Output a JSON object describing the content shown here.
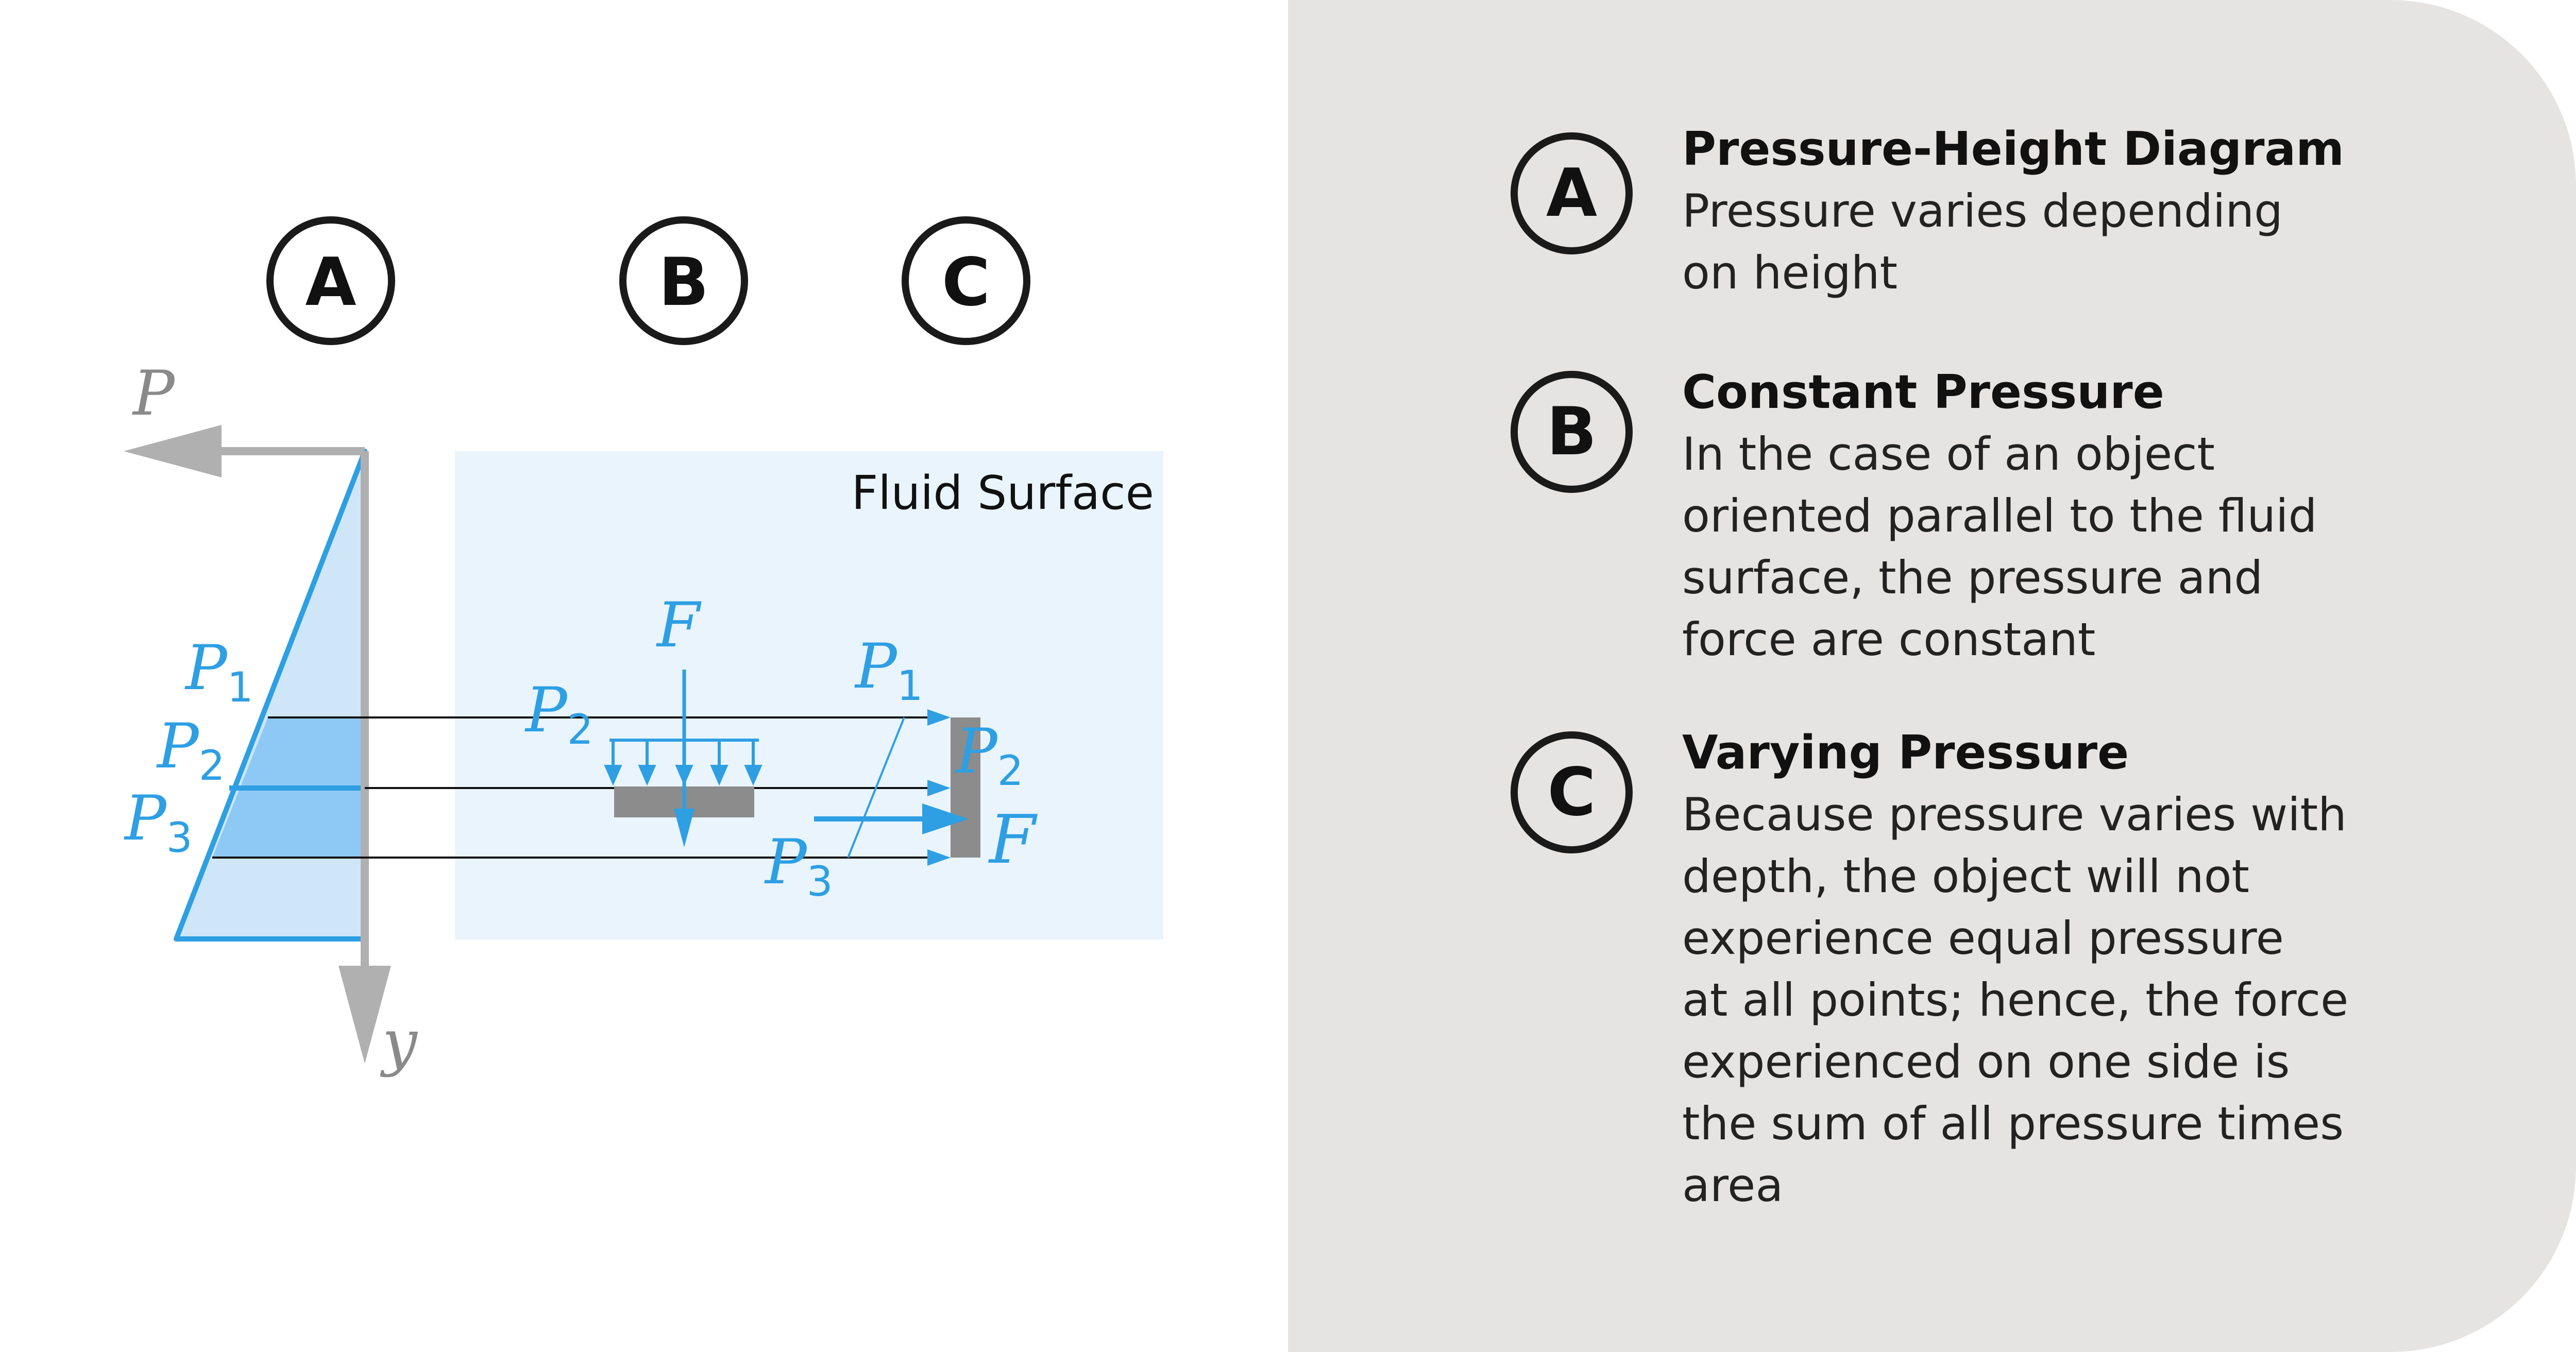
{
  "diagram": {
    "markers": {
      "a": "A",
      "b": "B",
      "c": "C"
    },
    "axis_p": "P",
    "axis_y": "y",
    "fluid_surface_label": "Fluid Surface",
    "pressure_labels": {
      "p": "P",
      "sub1": "1",
      "sub2": "2",
      "sub3": "3"
    },
    "force_label": "F"
  },
  "legend": {
    "items": [
      {
        "marker": "A",
        "title": "Pressure-Height Diagram",
        "description": "Pressure varies depending\non height"
      },
      {
        "marker": "B",
        "title": "Constant Pressure",
        "description": "In the case of an object\noriented parallel to the fluid\nsurface, the pressure and\nforce are constant"
      },
      {
        "marker": "C",
        "title": "Varying Pressure",
        "description": "Because pressure varies with\ndepth, the object will not\nexperience equal pressure\nat all points; hence, the force\nexperienced on one side is\nthe sum of all pressure times\narea"
      }
    ]
  },
  "colors": {
    "accent_blue": "#2e9fe3",
    "light_blue_fill": "#cfe6f8",
    "mid_blue_fill": "#8ec9f5",
    "fluid_background": "#e9f4fd",
    "axis_gray": "#b0b0b0",
    "plate_gray": "#8c8c8c",
    "panel_gray": "#e5e4e3"
  }
}
